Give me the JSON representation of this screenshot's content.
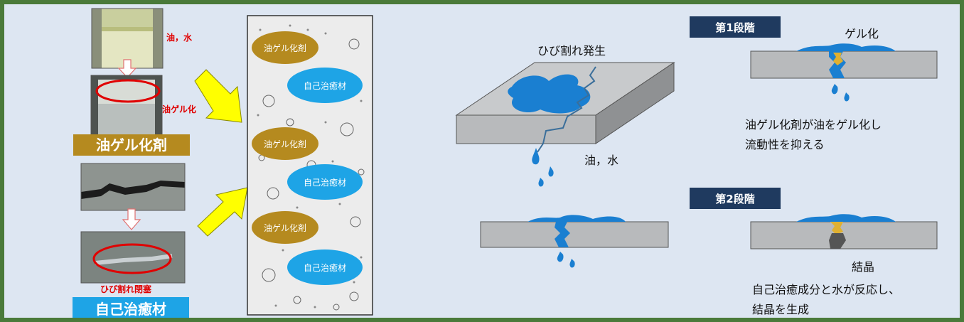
{
  "left": {
    "photo_top_label": "油，水",
    "photo_mid_label": "油ゲル化",
    "oil_banner": "油ゲル化剤",
    "crack_label": "ひび割れ閉塞",
    "heal_banner": "自己治癒材"
  },
  "column": {
    "pills": [
      {
        "label": "油ゲル化剤"
      },
      {
        "label": "自己治癒材"
      },
      {
        "label": "油ゲル化剤"
      },
      {
        "label": "自己治癒材"
      },
      {
        "label": "油ゲル化剤"
      },
      {
        "label": "自己治癒材"
      }
    ]
  },
  "center": {
    "crack_title": "ひび割れ発生",
    "oil_water": "油，水"
  },
  "right": {
    "stage1": {
      "badge": "第1段階",
      "caption": "ゲル化",
      "desc_line1": "油ゲル化剤が油をゲル化し",
      "desc_line2": "流動性を抑える"
    },
    "stage2": {
      "badge": "第2段階",
      "caption": "結晶",
      "desc_line1": "自己治癒成分と水が反応し、",
      "desc_line2": "結晶を生成"
    }
  },
  "colors": {
    "frame": "#4a7a3a",
    "background": "#dde6f2",
    "gold": "#b58a1f",
    "blue": "#1ea4e6",
    "stage_badge": "#1f3a5f",
    "water": "#1a7fd1",
    "label_red": "#e00000",
    "arrow_yellow": "#ffff00"
  }
}
